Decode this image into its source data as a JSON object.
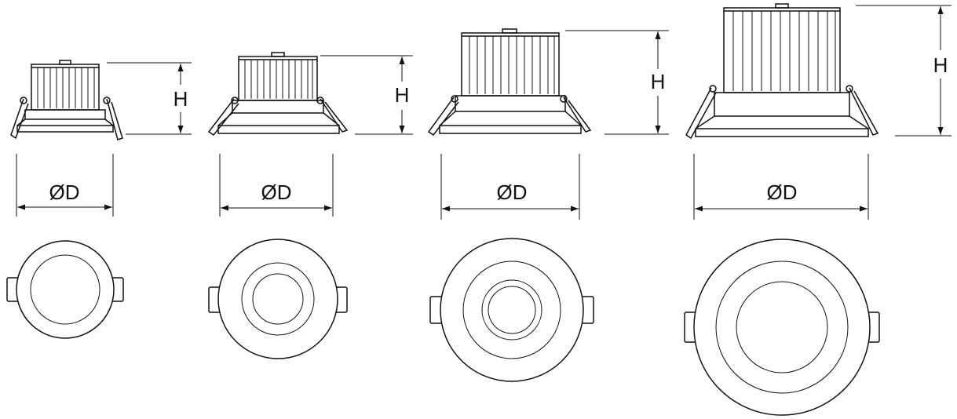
{
  "colors": {
    "line": "#111111",
    "background": "#ffffff"
  },
  "labels": {
    "height": "H",
    "diameter": "ØD"
  },
  "fixtures": [
    {
      "height_label": "H",
      "diameter_label": "ØD"
    },
    {
      "height_label": "H",
      "diameter_label": "ØD"
    },
    {
      "height_label": "H",
      "diameter_label": "ØD"
    },
    {
      "height_label": "H",
      "diameter_label": "ØD"
    }
  ]
}
